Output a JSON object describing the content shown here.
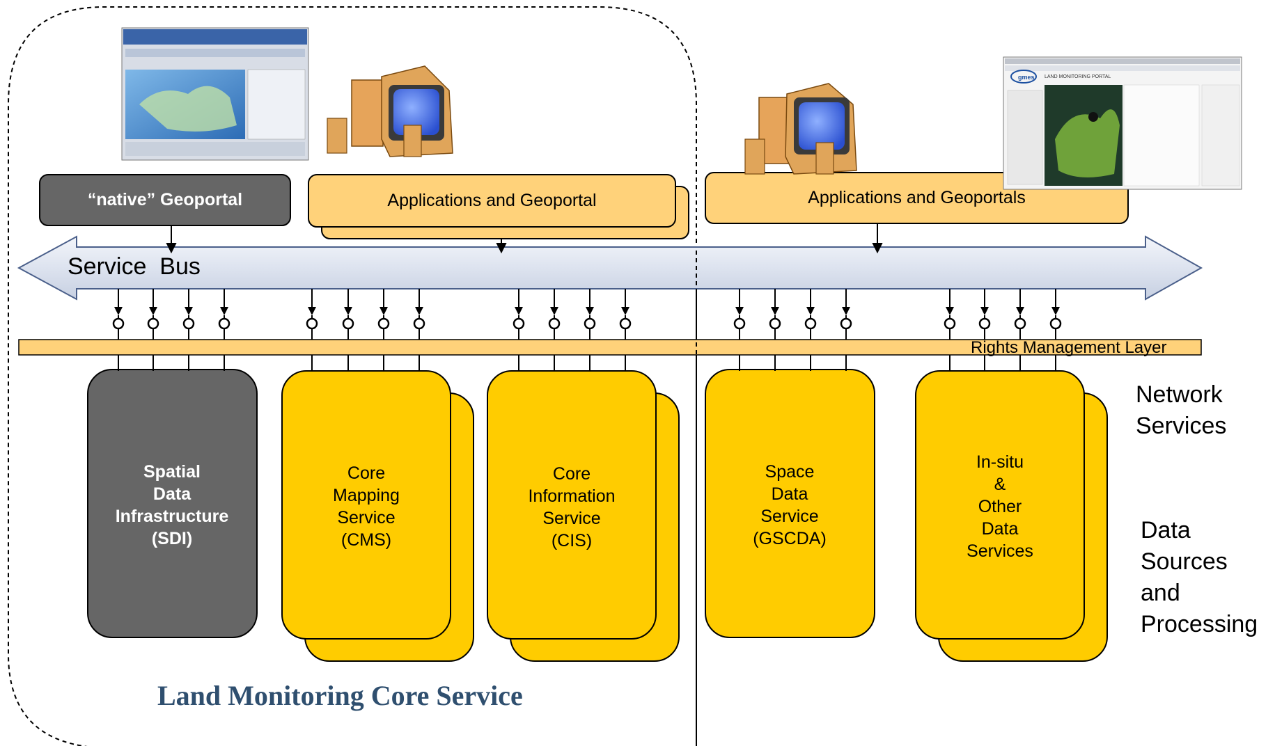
{
  "native_geoportal": "“native” Geoportal",
  "apps_geoportal": "Applications and Geoportal",
  "apps_geoportals": "Applications and Geoportals",
  "service_bus": "Service  Bus",
  "rights_layer": "Rights Management Layer",
  "network_services": [
    "Network",
    "Services"
  ],
  "data_sources": [
    "Data",
    "Sources",
    "and",
    "Processing"
  ],
  "services": {
    "sdi": [
      "Spatial",
      "Data",
      "Infrastructure",
      "(SDI)"
    ],
    "cms": [
      "Core",
      "Mapping",
      "Service",
      "(CMS)"
    ],
    "cis": [
      "Core",
      "Information",
      "Service",
      "(CIS)"
    ],
    "gscda": [
      "Space",
      "Data",
      "Service",
      "(GSCDA)"
    ],
    "insitu": [
      "In-situ",
      "&",
      "Other",
      "Data",
      "Services"
    ]
  },
  "portal_screenshot": {
    "header": "LAND MONITORING PORTAL",
    "logo": "gmes"
  },
  "core_service_title": "Land Monitoring Core Service",
  "colors": {
    "yellow": "#ffcc00",
    "light_orange": "#ffd27a",
    "gray": "#666666",
    "bus_fill": "#dfe5f0",
    "dark_blue": "#2f4f6f"
  }
}
